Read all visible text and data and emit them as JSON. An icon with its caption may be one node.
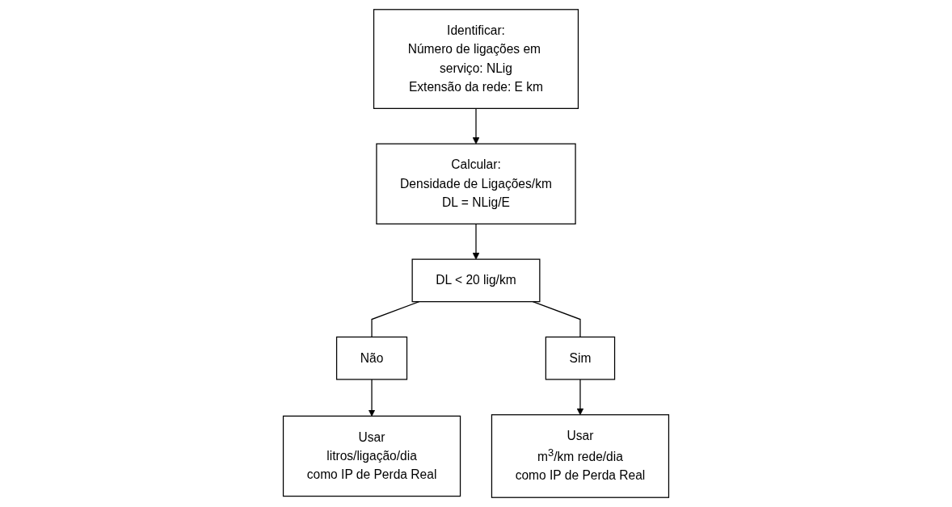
{
  "diagram": {
    "nodes": [
      {
        "text": [
          "Identificar:",
          "Número de ligações em serviço: NLig",
          "Extensão da rede: E km"
        ]
      },
      {
        "text": [
          "Calcular:",
          "Densidade de Ligações/km",
          "DL = NLig/E"
        ]
      },
      {
        "text": [
          "Usar",
          "litros/ligação/dia",
          "como IP de Perda Real"
        ]
      },
      {
        "text": [
          "Não"
        ]
      },
      {
        "text": [
          "DL < 20 lig/km"
        ]
      },
      {
        "text": [
          "Sim"
        ]
      },
      {
        "text": [
          "Usar",
          "m$^{3}$/km rede/dia",
          "como IP de Perda Real"
        ]
      }
    ],
    "edges": [
      {
        "from": 0,
        "to": 1,
        "arrow": "to"
      },
      {
        "from": 1,
        "to": 4,
        "arrow": "to"
      },
      {
        "from": 4,
        "to": 3,
        "arrow": "none"
      },
      {
        "from": 3,
        "to": 2,
        "arrow": "to"
      },
      {
        "from": 4,
        "to": 5,
        "arrow": "none"
      },
      {
        "from": 5,
        "to": 6,
        "arrow": "to"
      }
    ]
  }
}
